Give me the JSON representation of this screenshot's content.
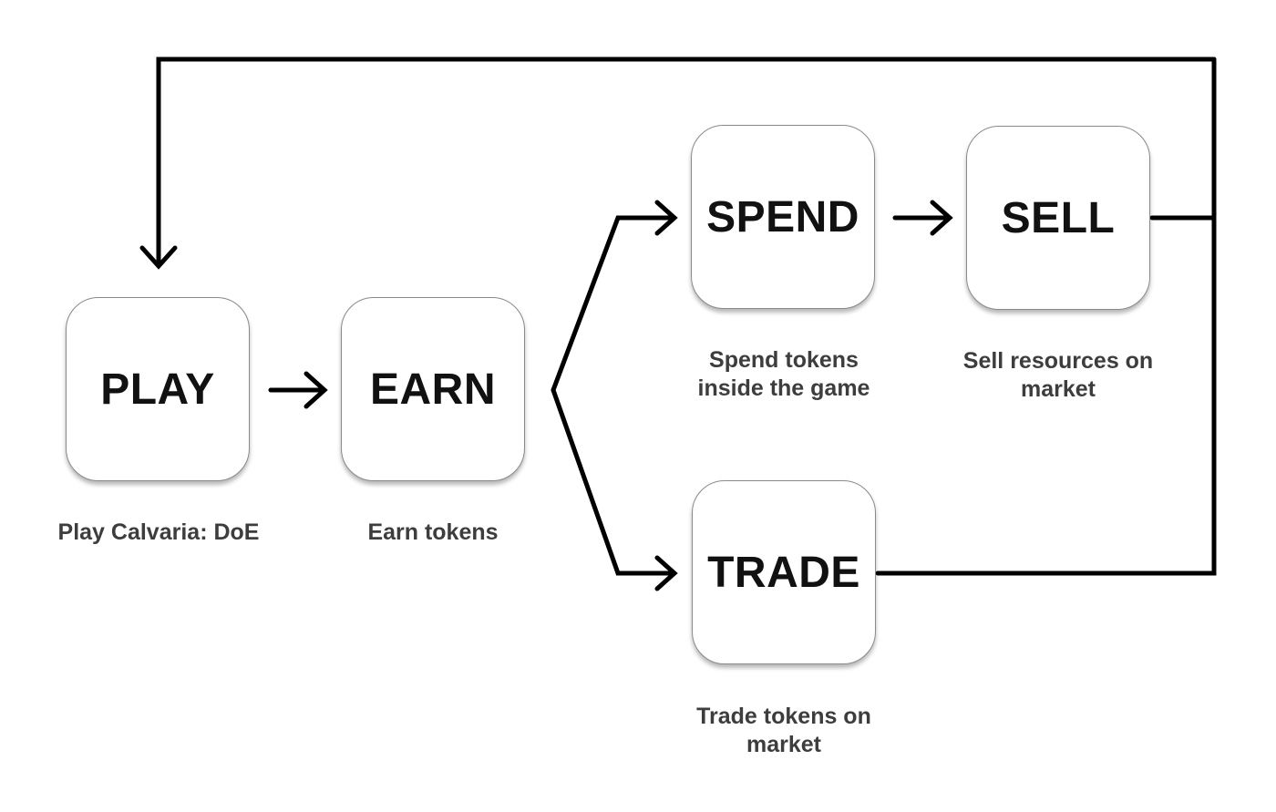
{
  "nodes": {
    "play": {
      "label": "PLAY",
      "caption": "Play Calvaria: DoE"
    },
    "earn": {
      "label": "EARN",
      "caption": "Earn tokens"
    },
    "spend": {
      "label": "SPEND",
      "caption": "Spend tokens inside the game"
    },
    "sell": {
      "label": "SELL",
      "caption": "Sell resources on market"
    },
    "trade": {
      "label": "TRADE",
      "caption": "Trade tokens on market"
    }
  },
  "edges": [
    {
      "from": "play",
      "to": "earn"
    },
    {
      "from": "earn",
      "to": "spend"
    },
    {
      "from": "earn",
      "to": "trade"
    },
    {
      "from": "spend",
      "to": "sell"
    },
    {
      "from": "sell",
      "to": "play"
    },
    {
      "from": "trade",
      "to": "play"
    }
  ],
  "colors": {
    "line": "#000000",
    "box_border": "#8a8a8a",
    "label_text": "#111111",
    "caption_text": "#3d3d3d",
    "background": "#ffffff"
  }
}
